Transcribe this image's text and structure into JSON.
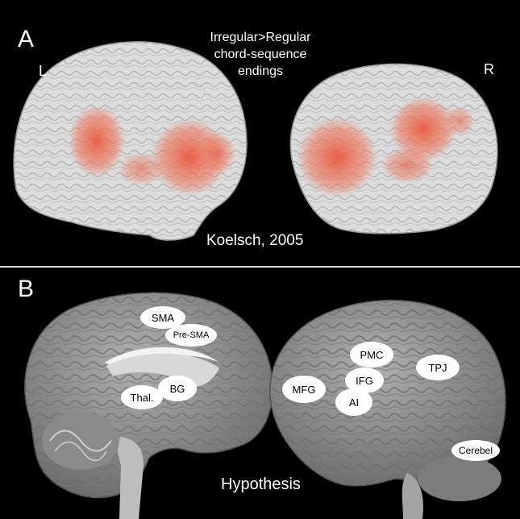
{
  "panel_a": {
    "letter": "A",
    "left_label": "L",
    "right_label": "R",
    "title_lines": [
      "Irregular>Regular",
      "chord-sequence",
      "endings"
    ],
    "citation": "Koelsch, 2005"
  },
  "panel_b": {
    "letter": "B",
    "caption": "Hypothesis",
    "medial_labels": {
      "sma": "SMA",
      "pre_sma": "Pre-SMA",
      "thal": "Thal.",
      "bg": "BG"
    },
    "lateral_labels": {
      "pmc": "PMC",
      "tpj": "TPJ",
      "mfg": "MFG",
      "ifg": "IFG",
      "ai": "AI",
      "cerebel": "Cerebel"
    }
  },
  "colors": {
    "background": "#000000",
    "activation": "#e8583f",
    "brain_a": "#dcdcdc",
    "brain_b": "#9a9a9a"
  }
}
